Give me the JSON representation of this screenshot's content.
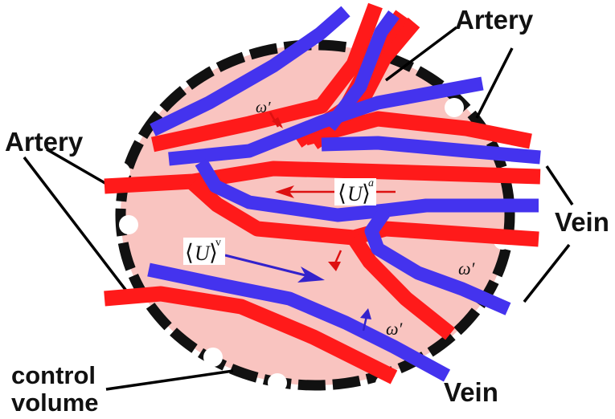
{
  "labels": {
    "artery_top": "Artery",
    "artery_left": "Artery",
    "vein_right": "Vein",
    "vein_bottom": "Vein",
    "control_volume_line1": "control",
    "control_volume_line2": "volume"
  },
  "symbols": {
    "omega_prime": "ω′",
    "mean_velocity": "U",
    "superscript_a": "a",
    "superscript_v": "v"
  },
  "colors": {
    "artery": "#ff1a1a",
    "vein": "#4433ee",
    "tissue": "#f9c4c0",
    "boundary": "#111111",
    "outline": "#000000"
  }
}
